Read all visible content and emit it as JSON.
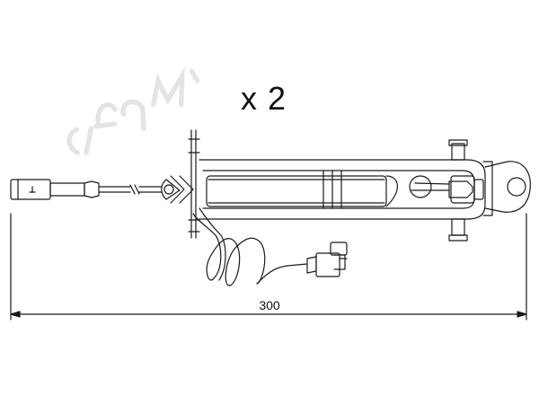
{
  "quantity_label": "x 2",
  "dimension_label": "300",
  "colors": {
    "line": "#1a1a1a",
    "watermark": "#e6e6e6",
    "background": "#ffffff"
  },
  "icons": {
    "watermark": "cifam-logo-watermark",
    "connector_left": "round-plug-connector-icon",
    "connector_right": "flat-blade-connector-icon"
  }
}
